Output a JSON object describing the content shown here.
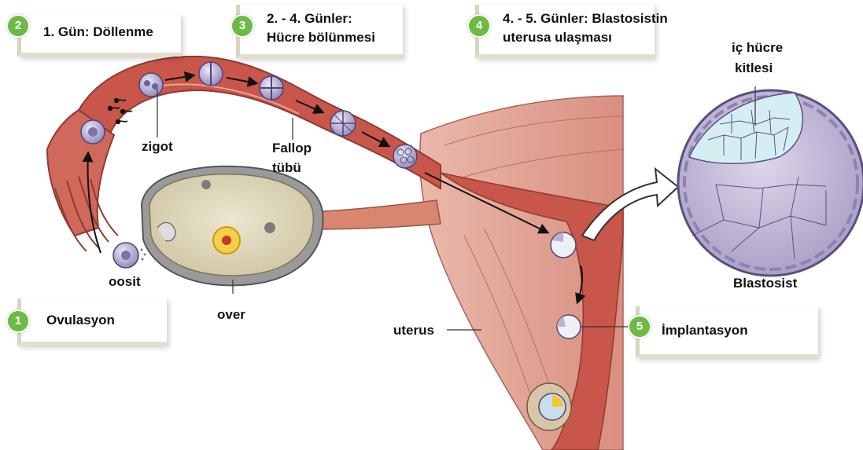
{
  "steps": [
    {
      "num": "1",
      "text": "Ovulasyon"
    },
    {
      "num": "2",
      "text": "1. Gün: Döllenme"
    },
    {
      "num": "3",
      "line1": "2. - 4. Günler:",
      "line2": "Hücre bölünmesi"
    },
    {
      "num": "4",
      "line1": "4. - 5. Günler: Blastosistin",
      "line2": "uterusa ulaşması"
    },
    {
      "num": "5",
      "text": "İmplantasyon"
    }
  ],
  "labels": {
    "zigot": "zigot",
    "fallop_line1": "Fallop",
    "fallop_line2": "tübü",
    "oosit": "oosit",
    "over": "over",
    "uterus": "uterus",
    "ic_hucre_line1": "iç hücre",
    "ic_hucre_line2": "kitlesi",
    "blastosist": "Blastosist"
  },
  "colors": {
    "step_badge": "#6dbb45",
    "tissue": "#c8564a",
    "cell": "#b9b3d6"
  }
}
